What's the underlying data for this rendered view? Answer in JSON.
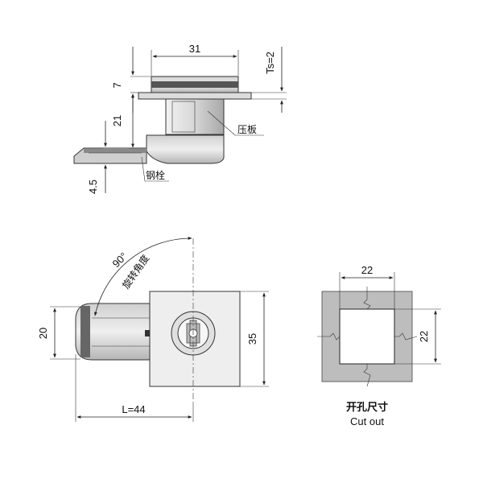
{
  "side_view": {
    "dim_width": "31",
    "dim_head": "7",
    "dim_body": "21",
    "dim_ts": "Ts=2",
    "dim_cam": "4.5",
    "label_pressure_plate": "压板",
    "label_steel_bolt": "钢栓"
  },
  "top_view": {
    "angle_value": "90°",
    "angle_label": "旋转角度",
    "dim_height": "35",
    "dim_cam_width": "20",
    "dim_length": "L=44"
  },
  "cutout": {
    "dim_width": "22",
    "dim_height": "22",
    "title_cn": "开孔尺寸",
    "title_en": "Cut out"
  },
  "colors": {
    "metal_light": "#e6e6e6",
    "metal_mid": "#c8c8c8",
    "metal_dark": "#555555",
    "cutout_fill": "#bdbdbd"
  }
}
